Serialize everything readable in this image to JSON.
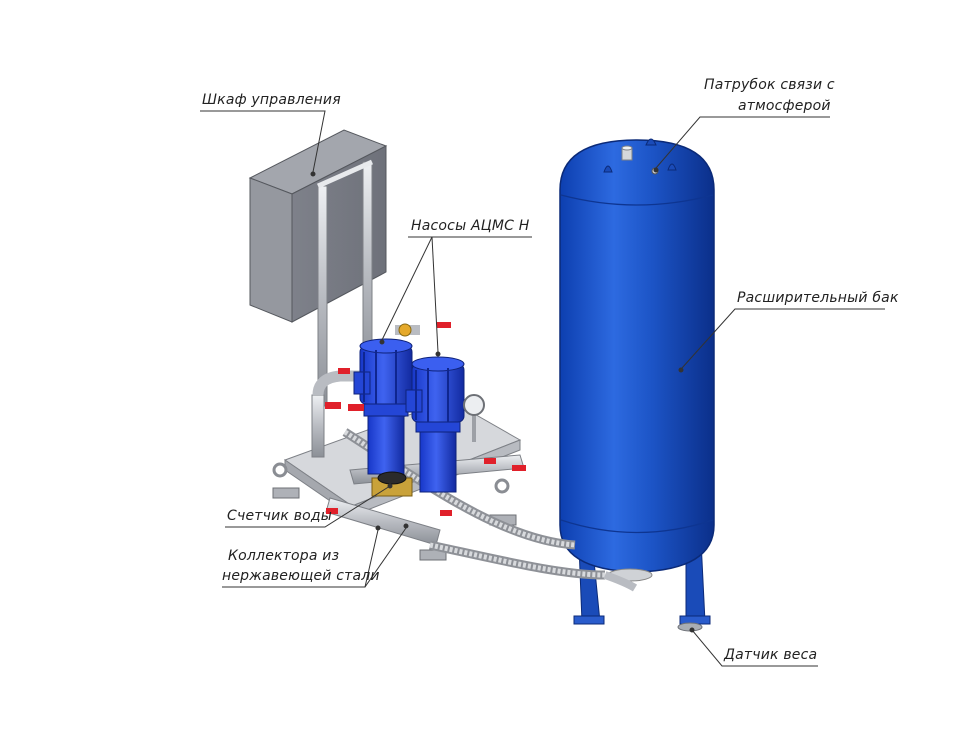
{
  "labels": {
    "control_cabinet": "Шкаф управления",
    "pumps": "Насосы АЦМС Н",
    "atmos_line1": "Патрубок связи с",
    "atmos_line2": "атмосферой",
    "expansion_tank": "Расширительный бак",
    "water_meter": "Счетчик воды",
    "collector_line1": "Коллектора из",
    "collector_line2": "нержавеющей стали",
    "weight_sensor": "Датчик веса"
  },
  "colors": {
    "tank_blue": "#1f56c8",
    "pump_blue": "#1f45d8",
    "cabinet_gray": "#8a8d96",
    "steel": "#c9cbcf",
    "valve_red": "#e0202a",
    "brass": "#c9a23a"
  }
}
